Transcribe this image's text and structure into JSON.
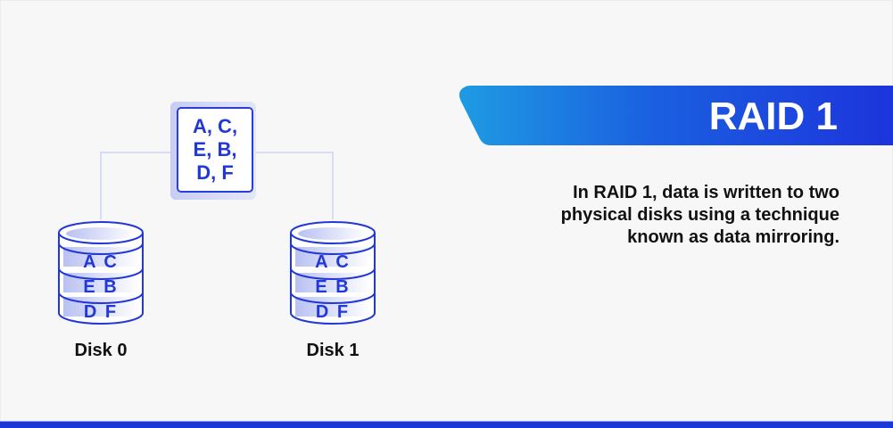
{
  "banner": {
    "title": "RAID 1"
  },
  "description": "In RAID 1, data is written to two physical disks using a technique known as data mirroring.",
  "data_block": {
    "lines": [
      "A, C,",
      "E, B,",
      "D, F"
    ]
  },
  "disks": [
    {
      "label": "Disk 0",
      "rows": [
        "A C",
        "E B",
        "D F"
      ]
    },
    {
      "label": "Disk 1",
      "rows": [
        "A C",
        "E B",
        "D F"
      ]
    }
  ],
  "colors": {
    "accent": "#2238d6",
    "gradient_start": "#1e9be3",
    "gradient_end": "#1c34dc",
    "connector": "#cdd3f5",
    "background": "#f7f7f7"
  }
}
